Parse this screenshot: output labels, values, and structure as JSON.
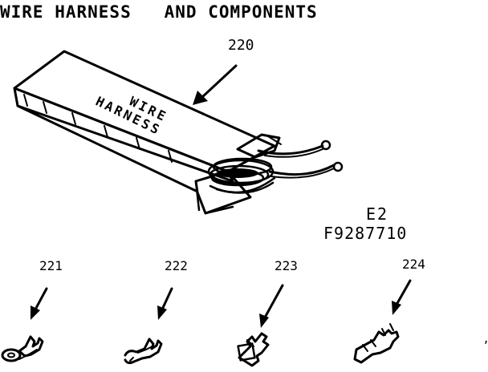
{
  "title": "WIRE HARNESS   AND COMPONENTS",
  "box_text": {
    "line1": "WIRE",
    "line2": "HARNESS"
  },
  "parts": {
    "harness": "220",
    "terminal_ring": "221",
    "terminal_hook": "222",
    "terminal_spade": "223",
    "terminal_female": "224"
  },
  "code": {
    "line1": "E2",
    "line2": "F9287710"
  },
  "corner_mark": "’",
  "colors": {
    "ink": "#000000",
    "paper": "#ffffff"
  }
}
